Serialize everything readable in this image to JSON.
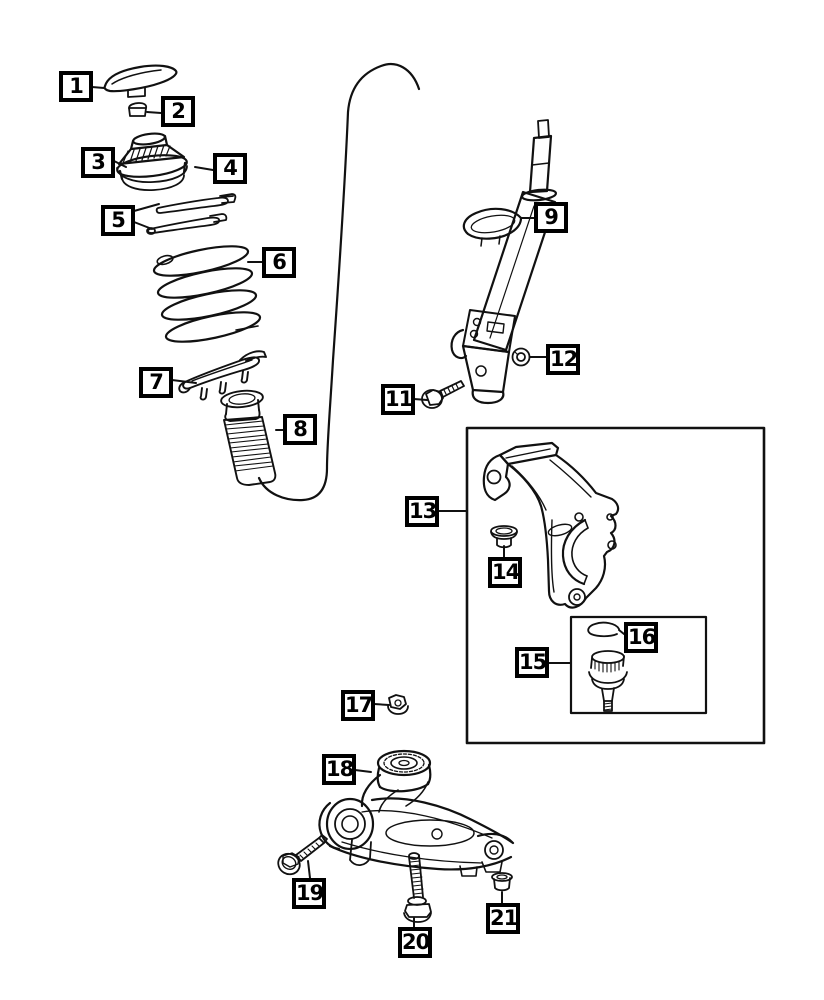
{
  "page": {
    "background": "#ffffff",
    "line_color": "#111111"
  },
  "diagram": {
    "kind": "exploded-parts-diagram",
    "subject": "front-suspension",
    "callouts": [
      {
        "number": "1",
        "part": "strut-mount-cap"
      },
      {
        "number": "2",
        "part": "strut-rod-nut"
      },
      {
        "number": "3",
        "part": "strut-mount"
      },
      {
        "number": "4",
        "part": "strut-mount-bearing-seat"
      },
      {
        "number": "5",
        "part": "spring-isolators"
      },
      {
        "number": "6",
        "part": "coil-spring"
      },
      {
        "number": "7",
        "part": "lower-spring-seat"
      },
      {
        "number": "8",
        "part": "dust-boot"
      },
      {
        "number": "9",
        "part": "strut-assembly"
      },
      {
        "number": "11",
        "part": "strut-bolt"
      },
      {
        "number": "12",
        "part": "washer"
      },
      {
        "number": "13",
        "part": "steering-knuckle"
      },
      {
        "number": "14",
        "part": "knuckle-bushing"
      },
      {
        "number": "15",
        "part": "ball-joint"
      },
      {
        "number": "16",
        "part": "snap-ring"
      },
      {
        "number": "17",
        "part": "flange-nut"
      },
      {
        "number": "18",
        "part": "lower-control-arm"
      },
      {
        "number": "19",
        "part": "control-arm-bolt"
      },
      {
        "number": "20",
        "part": "control-arm-long-bolt"
      },
      {
        "number": "21",
        "part": "control-arm-nut"
      }
    ]
  }
}
